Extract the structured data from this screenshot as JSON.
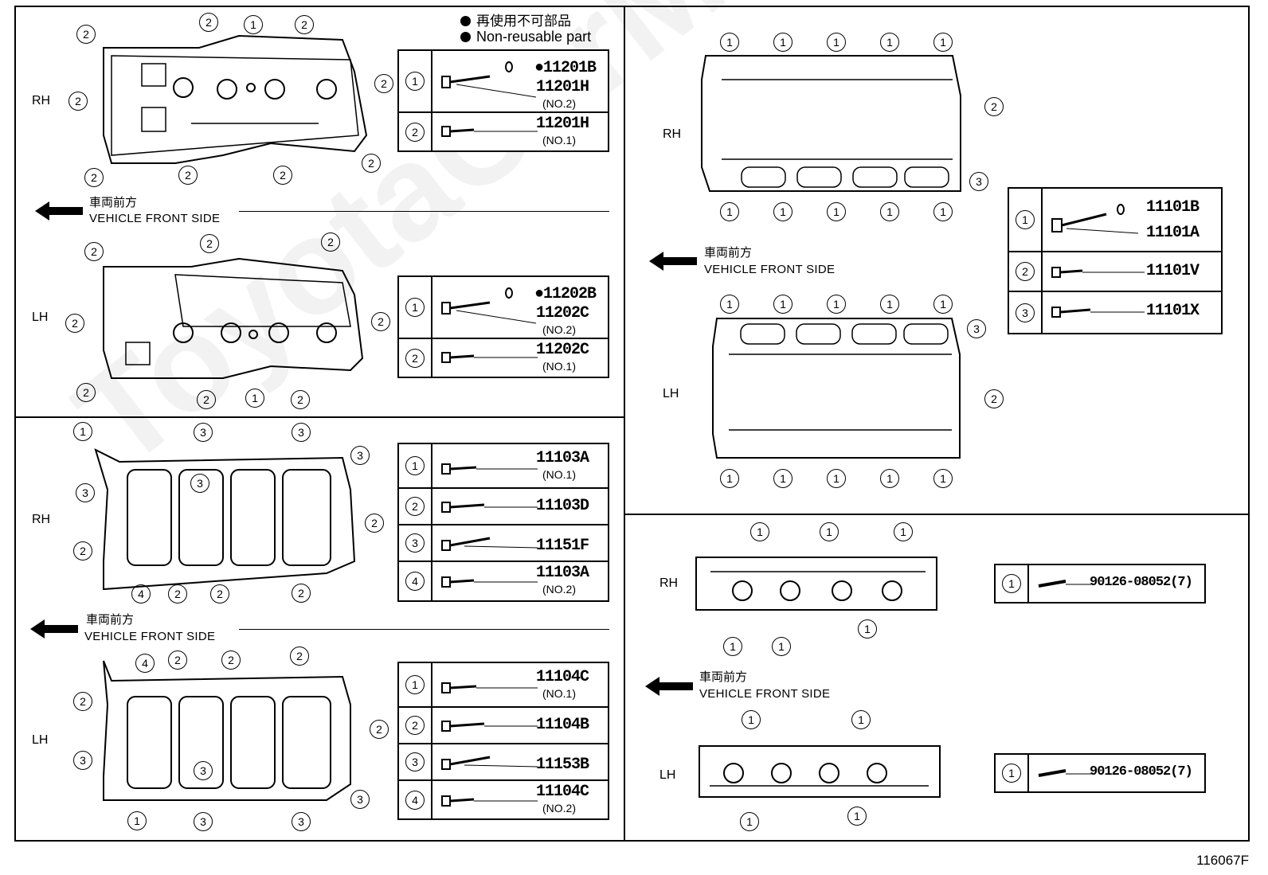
{
  "legend": {
    "jp": "再使用不可部品",
    "en": "Non-reusable part"
  },
  "direction": {
    "jp": "車両前方",
    "en": "VEHICLE FRONT SIDE"
  },
  "sides": {
    "rh": "RH",
    "lh": "LH"
  },
  "callouts": {
    "c1": "1",
    "c2": "2",
    "c3": "3",
    "c4": "4"
  },
  "cam_housing_rh": [
    {
      "num": "1",
      "part": "●11201B",
      "part2": "11201H",
      "sub": "(NO.2)"
    },
    {
      "num": "2",
      "part": "11201H",
      "sub": "(NO.1)"
    }
  ],
  "cam_housing_lh": [
    {
      "num": "1",
      "part": "●11202B",
      "part2": "11202C",
      "sub": "(NO.2)"
    },
    {
      "num": "2",
      "part": "11202C",
      "sub": "(NO.1)"
    }
  ],
  "head_rh": [
    {
      "num": "1",
      "part": "11101B",
      "part2": "11101A"
    },
    {
      "num": "2",
      "part": "11101V"
    },
    {
      "num": "3",
      "part": "11101X"
    }
  ],
  "lower_rh": [
    {
      "num": "1",
      "part": "11103A",
      "sub": "(NO.1)"
    },
    {
      "num": "2",
      "part": "11103D"
    },
    {
      "num": "3",
      "part": "11151F"
    },
    {
      "num": "4",
      "part": "11103A",
      "sub": "(NO.2)"
    }
  ],
  "lower_lh": [
    {
      "num": "1",
      "part": "11104C",
      "sub": "(NO.1)"
    },
    {
      "num": "2",
      "part": "11104B"
    },
    {
      "num": "3",
      "part": "11153B"
    },
    {
      "num": "4",
      "part": "11104C",
      "sub": "(NO.2)"
    }
  ],
  "manifold_rh": {
    "num": "1",
    "part": "90126-08052(7)"
  },
  "manifold_lh": {
    "num": "1",
    "part": "90126-08052(7)"
  },
  "watermark": "ToyotaCarManual.ru",
  "figure_id": "116067F"
}
